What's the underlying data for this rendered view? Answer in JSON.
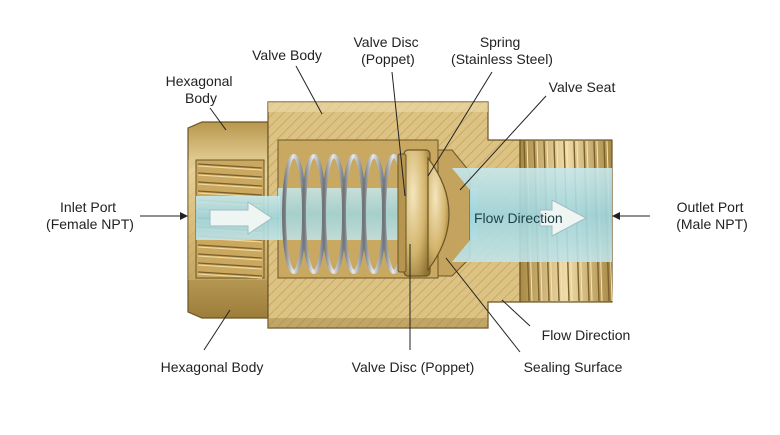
{
  "labels": {
    "hex_body_top": [
      "Hexagonal",
      "Body"
    ],
    "valve_body": "Valve Body",
    "valve_disc_top": [
      "Valve Disc",
      "(Poppet)"
    ],
    "spring": [
      "Spring",
      "(Stainless Steel)"
    ],
    "valve_seat": "Valve Seat",
    "inlet_port": [
      "Inlet Port",
      "(Female NPT)"
    ],
    "flow_direction_inner": "Flow Direction",
    "outlet_port": [
      "Outlet Port",
      "(Male NPT)"
    ],
    "flow_direction_lower": "Flow Direction",
    "hex_body_bottom": "Hexagonal Body",
    "valve_disc_bottom": "Valve Disc (Poppet)",
    "sealing_surface": "Sealing Surface"
  },
  "colors": {
    "brass_light": "#e6cf96",
    "brass_mid": "#d3b66f",
    "brass_dark": "#a88944",
    "brass_outline": "#6b5523",
    "section_hatch": "#b99a55",
    "water": "#a9dbe3",
    "spring_steel": "#9fa4a8",
    "flow_arrow": "#eef5f3"
  }
}
